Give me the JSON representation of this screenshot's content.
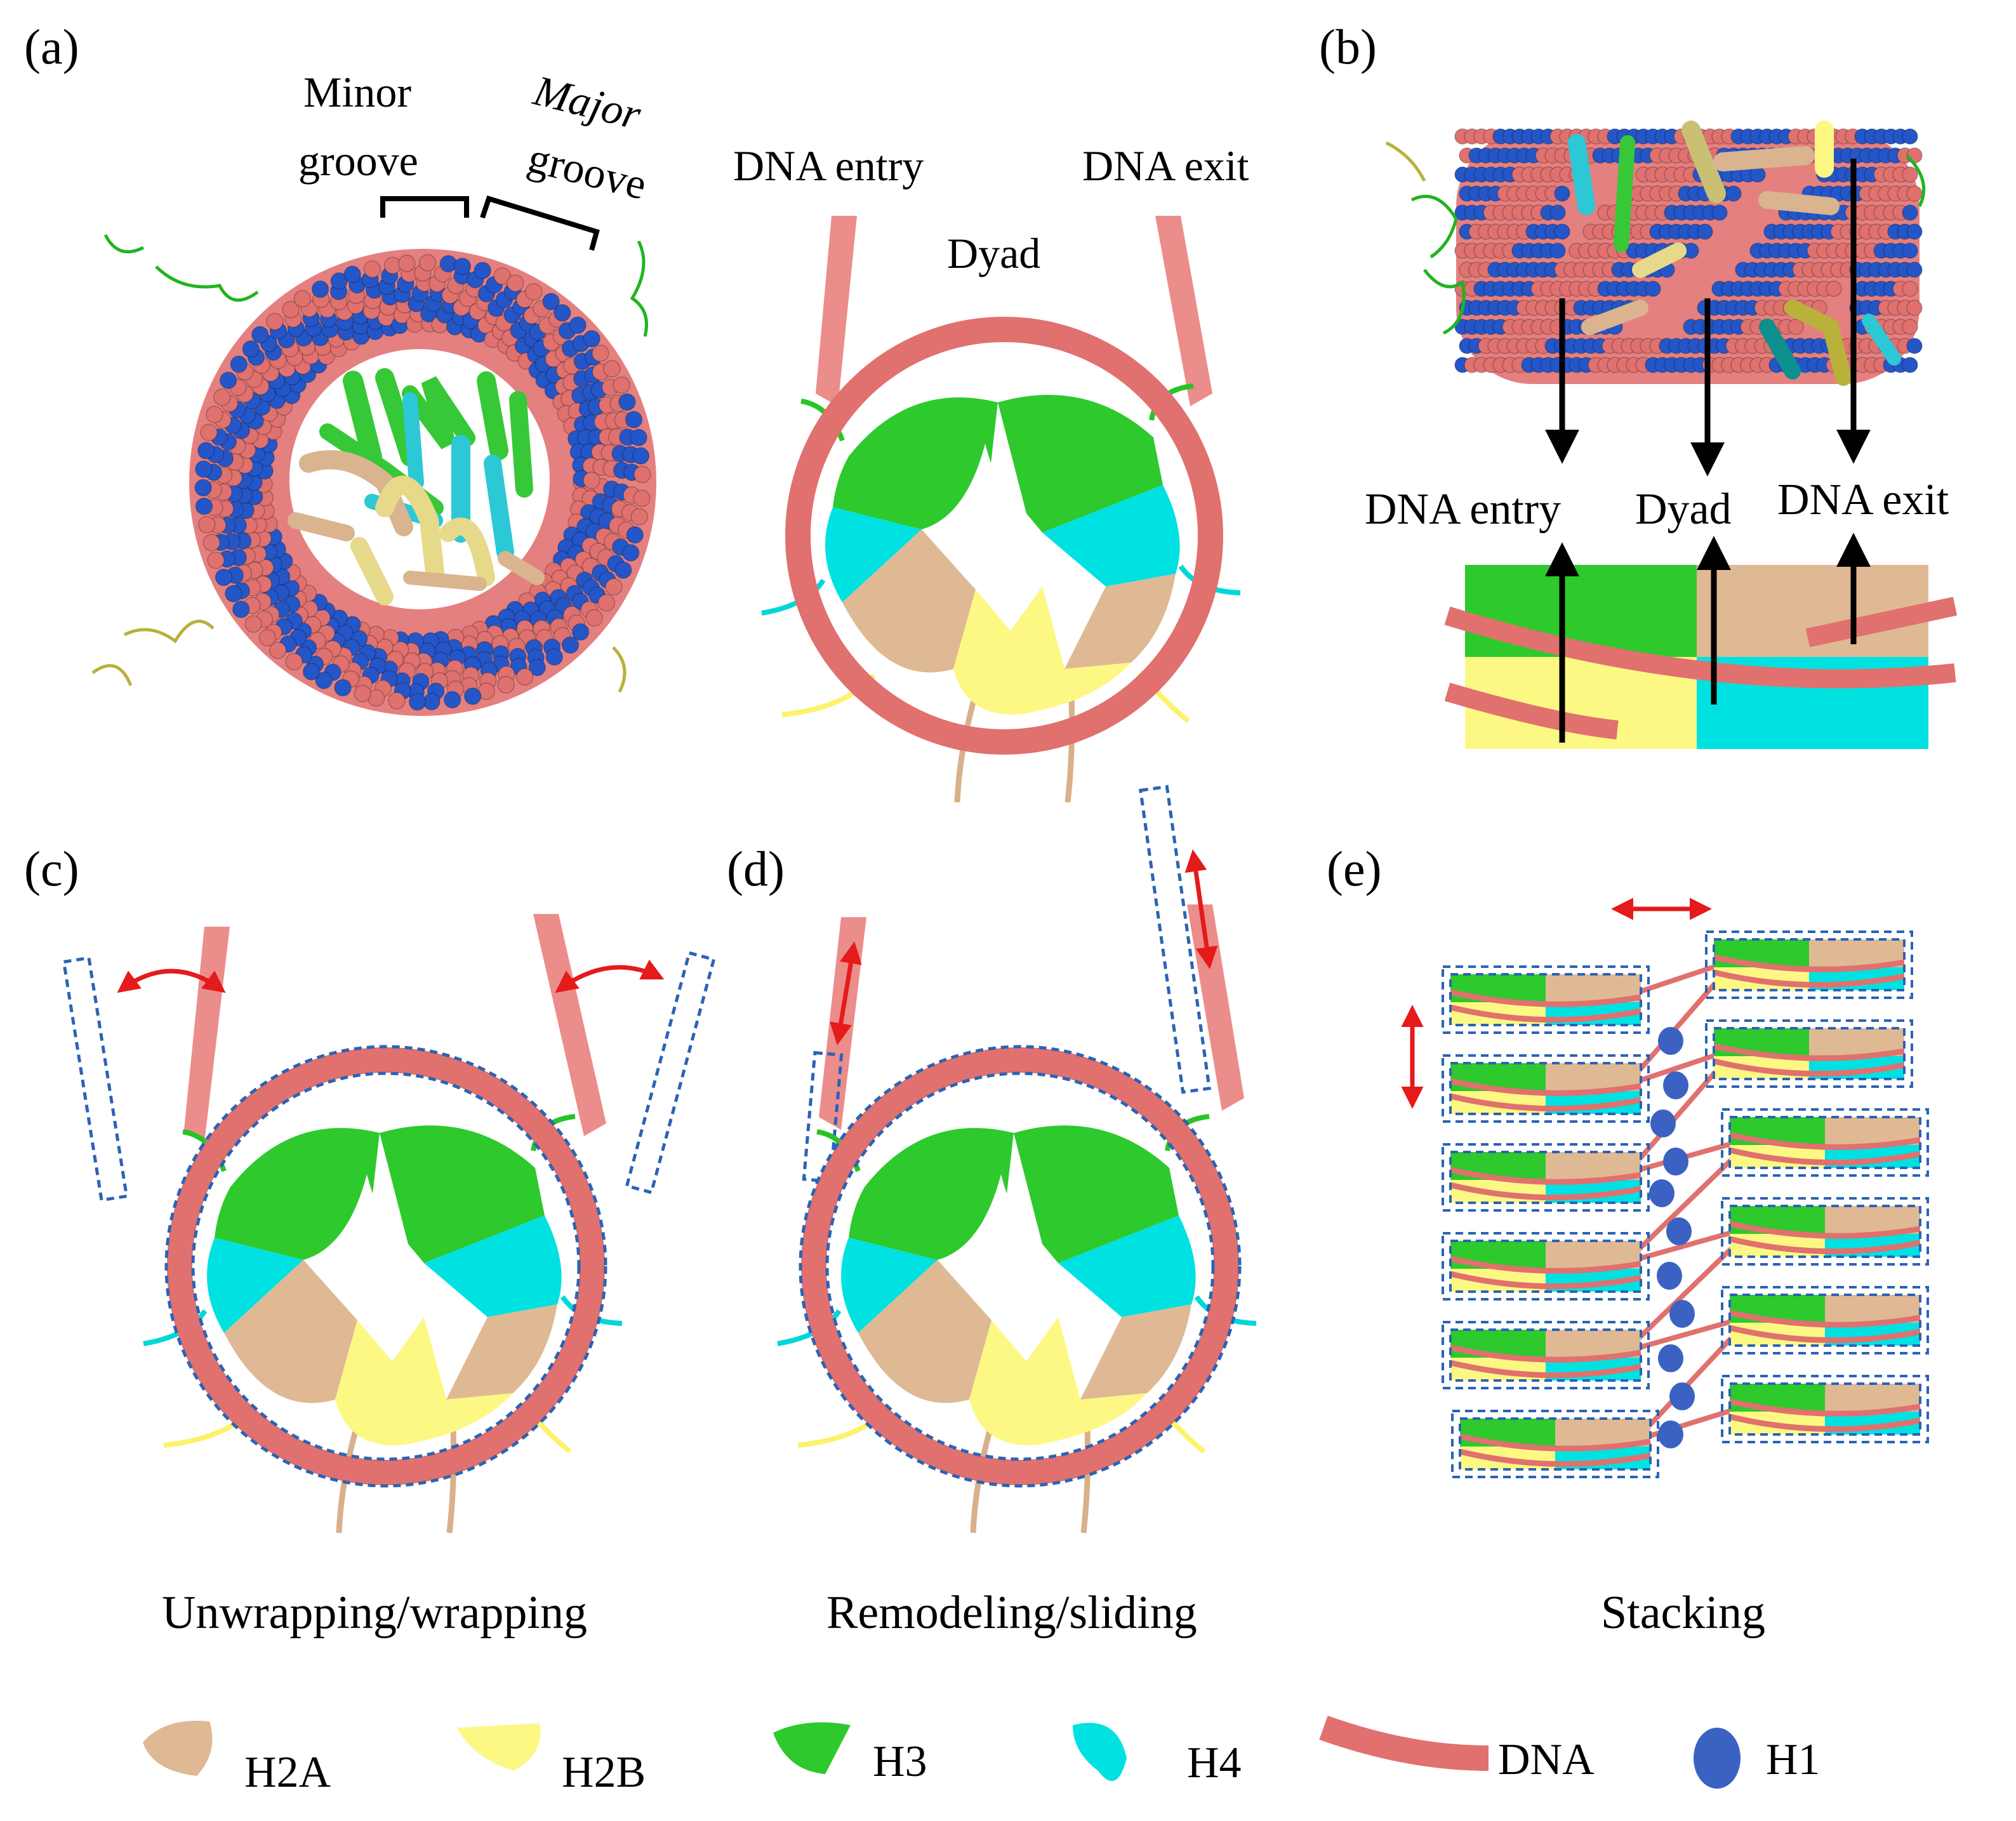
{
  "panels": {
    "a": {
      "label": "(a)",
      "minor_groove": [
        "Minor",
        "groove"
      ],
      "major_groove": [
        "Major",
        "groove"
      ],
      "dna_entry": "DNA entry",
      "dna_exit": "DNA exit",
      "dyad": "Dyad"
    },
    "b": {
      "label": "(b)",
      "dna_entry": "DNA entry",
      "dyad": "Dyad",
      "dna_exit": "DNA exit"
    },
    "c": {
      "label": "(c)",
      "caption": "Unwrapping/wrapping"
    },
    "d": {
      "label": "(d)",
      "caption": "Remodeling/sliding"
    },
    "e": {
      "label": "(e)",
      "caption": "Stacking"
    }
  },
  "legend": [
    {
      "id": "h2a",
      "label": "H2A",
      "color": "#dfb994"
    },
    {
      "id": "h2b",
      "label": "H2B",
      "color": "#fdf884"
    },
    {
      "id": "h3",
      "label": "H3",
      "color": "#2dc92d"
    },
    {
      "id": "h4",
      "label": "H4",
      "color": "#00e1e1"
    },
    {
      "id": "dna",
      "label": "DNA",
      "color": "#e0716e"
    },
    {
      "id": "h1",
      "label": "H1",
      "color": "#3b62c2"
    }
  ],
  "colors": {
    "dna_strand_a": "#df716f",
    "dna_strand_b": "#2456c8",
    "dashed_outline": "#2b63b5",
    "arrow_red": "#e51a1a"
  }
}
